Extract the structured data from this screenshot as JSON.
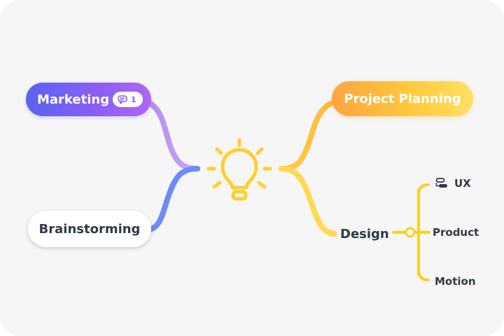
{
  "mindmap": {
    "central_topic": {
      "icon": "lightbulb-icon",
      "color": "#ffcf2e"
    },
    "branches": [
      {
        "label": "Marketing",
        "comment_count": "1",
        "colors": [
          "#5a63ef",
          "#b066f3"
        ]
      },
      {
        "label": "Brainstorming",
        "color": "#6d8cf5"
      },
      {
        "label": "Project Planning",
        "colors": [
          "#ffa441",
          "#ffe066"
        ]
      },
      {
        "label": "Design",
        "color": "#ffd23f",
        "children": [
          {
            "label": "UX",
            "icon": "task-list-icon"
          },
          {
            "label": "Product"
          },
          {
            "label": "Motion"
          }
        ]
      }
    ]
  }
}
